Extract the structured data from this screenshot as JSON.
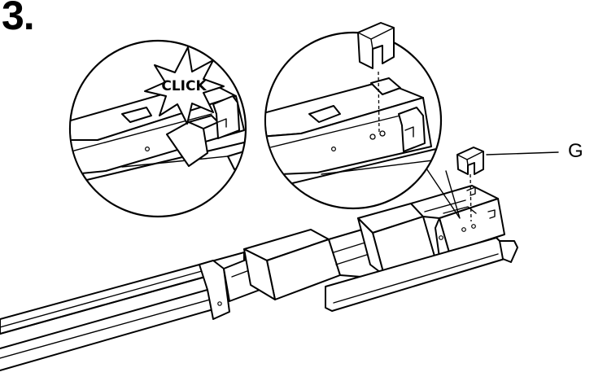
{
  "step": {
    "number": "3."
  },
  "detail_left": {
    "burst_text": "CLICK"
  },
  "callout": {
    "label": "G"
  }
}
